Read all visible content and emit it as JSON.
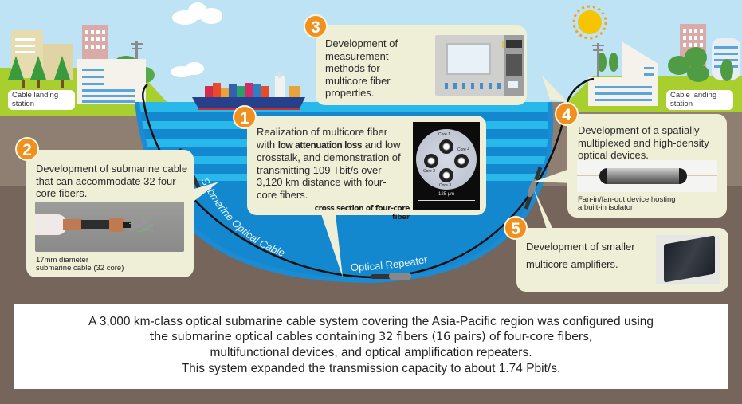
{
  "stations": {
    "left_label": "Cable landing station",
    "right_label": "Cable landing station"
  },
  "cable": {
    "cable_label": "Submarine Optical Cable",
    "repeater_label": "Optical Repeater"
  },
  "callouts": [
    {
      "number": "1",
      "text_before": "Realization of multicore fiber with",
      "text_emphasis": "low attenuation loss",
      "text_after": "and low crosstalk, and demonstration of transmitting 109 Tbit/s over 3,120 km distance with four-core fibers.",
      "caption": "cross section of four-core fiber",
      "figure": {
        "core_labels": [
          "Core 1",
          "Core 2",
          "Core 3",
          "Core 4"
        ],
        "scale_label": "125 µm"
      }
    },
    {
      "number": "2",
      "text": "Development of submarine cable that can accommodate 32 four-core fibers.",
      "caption_line1": "17mm diameter",
      "caption_line2": "submarine cable (32 core)"
    },
    {
      "number": "3",
      "text": "Development of measurement methods for multicore fiber properties."
    },
    {
      "number": "4",
      "text": "Development of a spatially multiplexed and high-density optical devices.",
      "caption_line1": "Fan-in/fan-out device hosting",
      "caption_line2": "a built-in isolator"
    },
    {
      "number": "5",
      "text": "Development of smaller multicore amplifiers."
    }
  ],
  "summary": {
    "line1": "A 3,000 km-class optical submarine cable system covering the Asia-Pacific region was configured using",
    "line2": "the submarine optical cables containing 32 fibers (16 pairs) of four-core fibers,",
    "line3": "multifunctional devices, and optical amplification repeaters.",
    "line4": "This system expanded the transmission capacity to about 1.74 Pbit/s."
  },
  "colors": {
    "sky": "#bde3f4",
    "grass": "#a8cf2e",
    "ground_upper": "#8f7e72",
    "ground_lower": "#75655a",
    "ocean_dark": "#1388cf",
    "ocean_light": "#29b8ea",
    "callout_bg": "#efeed6",
    "badge": "#f0901e"
  }
}
